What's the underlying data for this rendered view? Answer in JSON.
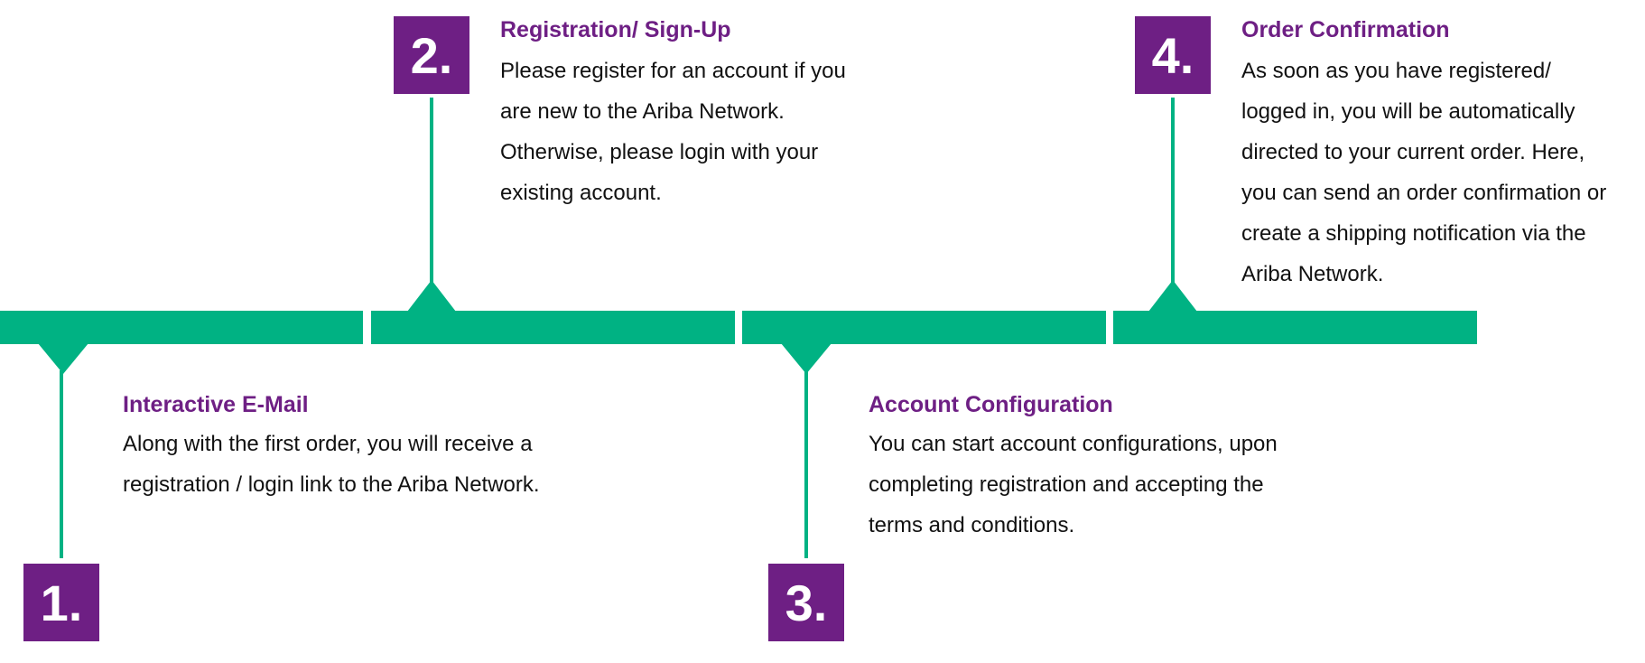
{
  "colors": {
    "accent_purple": "#6E1F84",
    "timeline_green": "#00B283",
    "text": "#111111",
    "background": "#FFFFFF"
  },
  "steps": [
    {
      "number": "1.",
      "title": "Interactive E-Mail",
      "description_lines": [
        "Along with the first order, you will receive a",
        "registration / login link to the Ariba Network."
      ]
    },
    {
      "number": "2.",
      "title": "Registration/ Sign-Up",
      "description_lines": [
        "Please register for an account if you",
        "are new to the Ariba Network.",
        "Otherwise, please login with your",
        "existing account."
      ]
    },
    {
      "number": "3.",
      "title": "Account Configuration",
      "description_lines": [
        "You can start account configurations, upon",
        "completing registration and accepting the",
        "terms and conditions."
      ]
    },
    {
      "number": "4.",
      "title": "Order Confirmation",
      "description_lines": [
        "As soon as you have registered/",
        "logged in, you will be automatically",
        "directed to your current order. Here,",
        "you can send an order confirmation or",
        "create a shipping notification via the",
        "Ariba Network."
      ]
    }
  ]
}
